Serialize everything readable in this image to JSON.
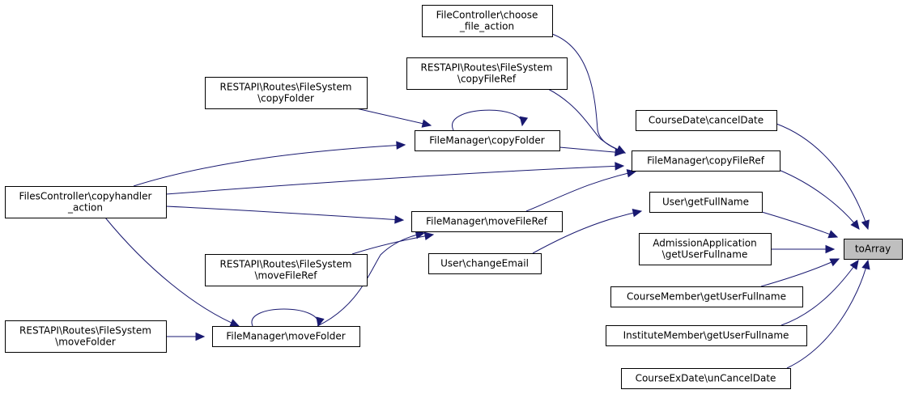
{
  "title": "toArray caller graph",
  "colors": {
    "edge": "#191970",
    "focus_fill": "#bfbfbf",
    "node_border": "#000000"
  },
  "nodes": [
    {
      "id": "toArray",
      "lines": [
        "toArray"
      ],
      "focus": true
    },
    {
      "id": "fc_choose",
      "lines": [
        "FileController\\choose",
        "_file_action"
      ]
    },
    {
      "id": "rest_copyFileRef",
      "lines": [
        "RESTAPI\\Routes\\FileSystem",
        "\\copyFileRef"
      ]
    },
    {
      "id": "rest_copyFolder",
      "lines": [
        "RESTAPI\\Routes\\FileSystem",
        "\\copyFolder"
      ]
    },
    {
      "id": "fm_copyFolder",
      "lines": [
        "FileManager\\copyFolder"
      ]
    },
    {
      "id": "fc_copyhandler",
      "lines": [
        "FilesController\\copyhandler",
        "_action"
      ]
    },
    {
      "id": "cd_cancelDate",
      "lines": [
        "CourseDate\\cancelDate"
      ]
    },
    {
      "id": "fm_copyFileRef",
      "lines": [
        "FileManager\\copyFileRef"
      ]
    },
    {
      "id": "user_getFullName",
      "lines": [
        "User\\getFullName"
      ]
    },
    {
      "id": "fm_moveFileRef",
      "lines": [
        "FileManager\\moveFileRef"
      ]
    },
    {
      "id": "user_changeEmail",
      "lines": [
        "User\\changeEmail"
      ]
    },
    {
      "id": "adm_getUserFullname",
      "lines": [
        "AdmissionApplication",
        "\\getUserFullname"
      ]
    },
    {
      "id": "rest_moveFileRef",
      "lines": [
        "RESTAPI\\Routes\\FileSystem",
        "\\moveFileRef"
      ]
    },
    {
      "id": "cm_getUserFullname",
      "lines": [
        "CourseMember\\getUserFullname"
      ]
    },
    {
      "id": "rest_moveFolder",
      "lines": [
        "RESTAPI\\Routes\\FileSystem",
        "\\moveFolder"
      ]
    },
    {
      "id": "fm_moveFolder",
      "lines": [
        "FileManager\\moveFolder"
      ]
    },
    {
      "id": "im_getUserFullname",
      "lines": [
        "InstituteMember\\getUserFullname"
      ]
    },
    {
      "id": "ced_unCancelDate",
      "lines": [
        "CourseExDate\\unCancelDate"
      ]
    }
  ],
  "edges": [
    {
      "from": "cd_cancelDate",
      "to": "toArray"
    },
    {
      "from": "fm_copyFileRef",
      "to": "toArray"
    },
    {
      "from": "user_getFullName",
      "to": "toArray"
    },
    {
      "from": "adm_getUserFullname",
      "to": "toArray"
    },
    {
      "from": "cm_getUserFullname",
      "to": "toArray"
    },
    {
      "from": "im_getUserFullname",
      "to": "toArray"
    },
    {
      "from": "ced_unCancelDate",
      "to": "toArray"
    },
    {
      "from": "fc_choose",
      "to": "fm_copyFileRef"
    },
    {
      "from": "rest_copyFileRef",
      "to": "fm_copyFileRef"
    },
    {
      "from": "fm_copyFolder",
      "to": "fm_copyFileRef"
    },
    {
      "from": "fc_copyhandler",
      "to": "fm_copyFileRef"
    },
    {
      "from": "fm_moveFileRef",
      "to": "fm_copyFileRef"
    },
    {
      "from": "rest_copyFolder",
      "to": "fm_copyFolder"
    },
    {
      "from": "fm_copyFolder",
      "to": "fm_copyFolder"
    },
    {
      "from": "fc_copyhandler",
      "to": "fm_copyFolder"
    },
    {
      "from": "user_changeEmail",
      "to": "user_getFullName"
    },
    {
      "from": "fc_copyhandler",
      "to": "fm_moveFileRef"
    },
    {
      "from": "rest_moveFileRef",
      "to": "fm_moveFileRef"
    },
    {
      "from": "fm_moveFolder",
      "to": "fm_moveFileRef"
    },
    {
      "from": "fc_copyhandler",
      "to": "fm_moveFolder"
    },
    {
      "from": "fm_moveFolder",
      "to": "fm_moveFolder"
    },
    {
      "from": "rest_moveFolder",
      "to": "fm_moveFolder"
    }
  ]
}
